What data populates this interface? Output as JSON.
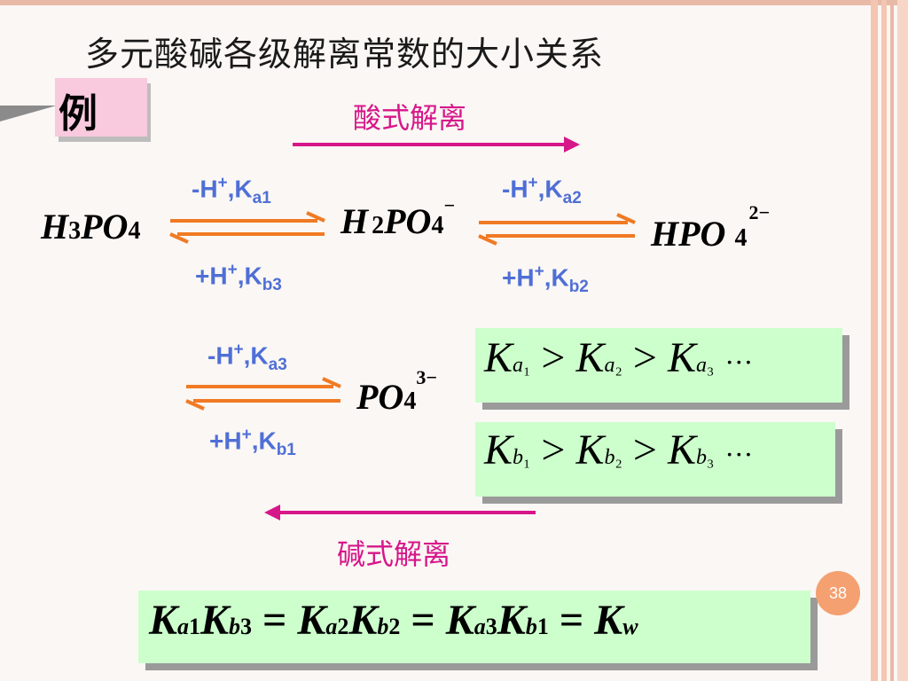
{
  "slide": {
    "title": "多元酸碱各级解离常数的大小关系",
    "example_tab": "例",
    "page_number": "38"
  },
  "reaction": {
    "acid_direction_label": "酸式解离",
    "base_direction_label": "碱式解离",
    "species": [
      "H3PO4",
      "H2PO4−",
      "HPO4 2−",
      "PO4 3−"
    ],
    "steps": [
      {
        "forward": "-H+,Ka1",
        "reverse": "+H+,Kb3"
      },
      {
        "forward": "-H+,Ka2",
        "reverse": "+H+,Kb2"
      },
      {
        "forward": "-H+,Ka3",
        "reverse": "+H+,Kb1"
      }
    ]
  },
  "relations": {
    "acid_order": "Ka1 > Ka2 > Ka3 ···",
    "base_order": "Kb1 > Kb2 > Kb3 ···",
    "product_relation": "Ka1Kb3 = Ka2Kb2 = Ka3Kb1 = Kw"
  },
  "colors": {
    "accent_pink": "#d6178a",
    "label_blue": "#4f6fd6",
    "arrow_orange": "#f07a23",
    "box_green": "#ccffcc",
    "badge_orange": "#f4a070"
  }
}
